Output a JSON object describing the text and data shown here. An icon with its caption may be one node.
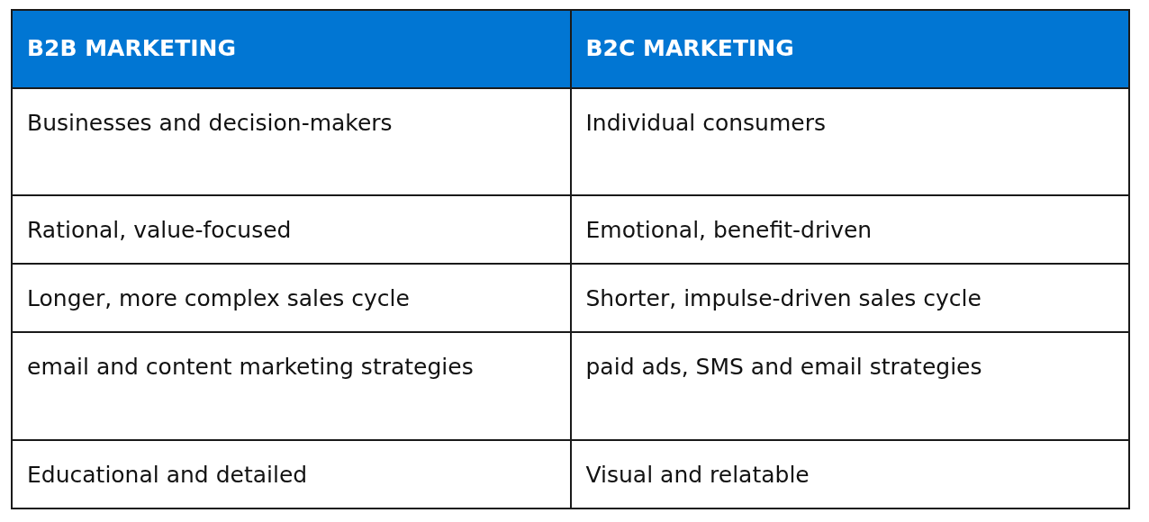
{
  "diagram": {
    "labels": [
      "B2B MARKETING",
      "B2C MARKETING",
      "Businesses and decision-makers",
      "Individual consumers",
      "Rational, value-focused",
      "Emotional, benefit-driven",
      "Longer, more complex sales cycle",
      "Shorter, impulse-driven sales cycle",
      "email and content marketing strategies",
      "paid ads, SMS and email strategies",
      "Educational and detailed",
      "Visual and relatable"
    ]
  }
}
